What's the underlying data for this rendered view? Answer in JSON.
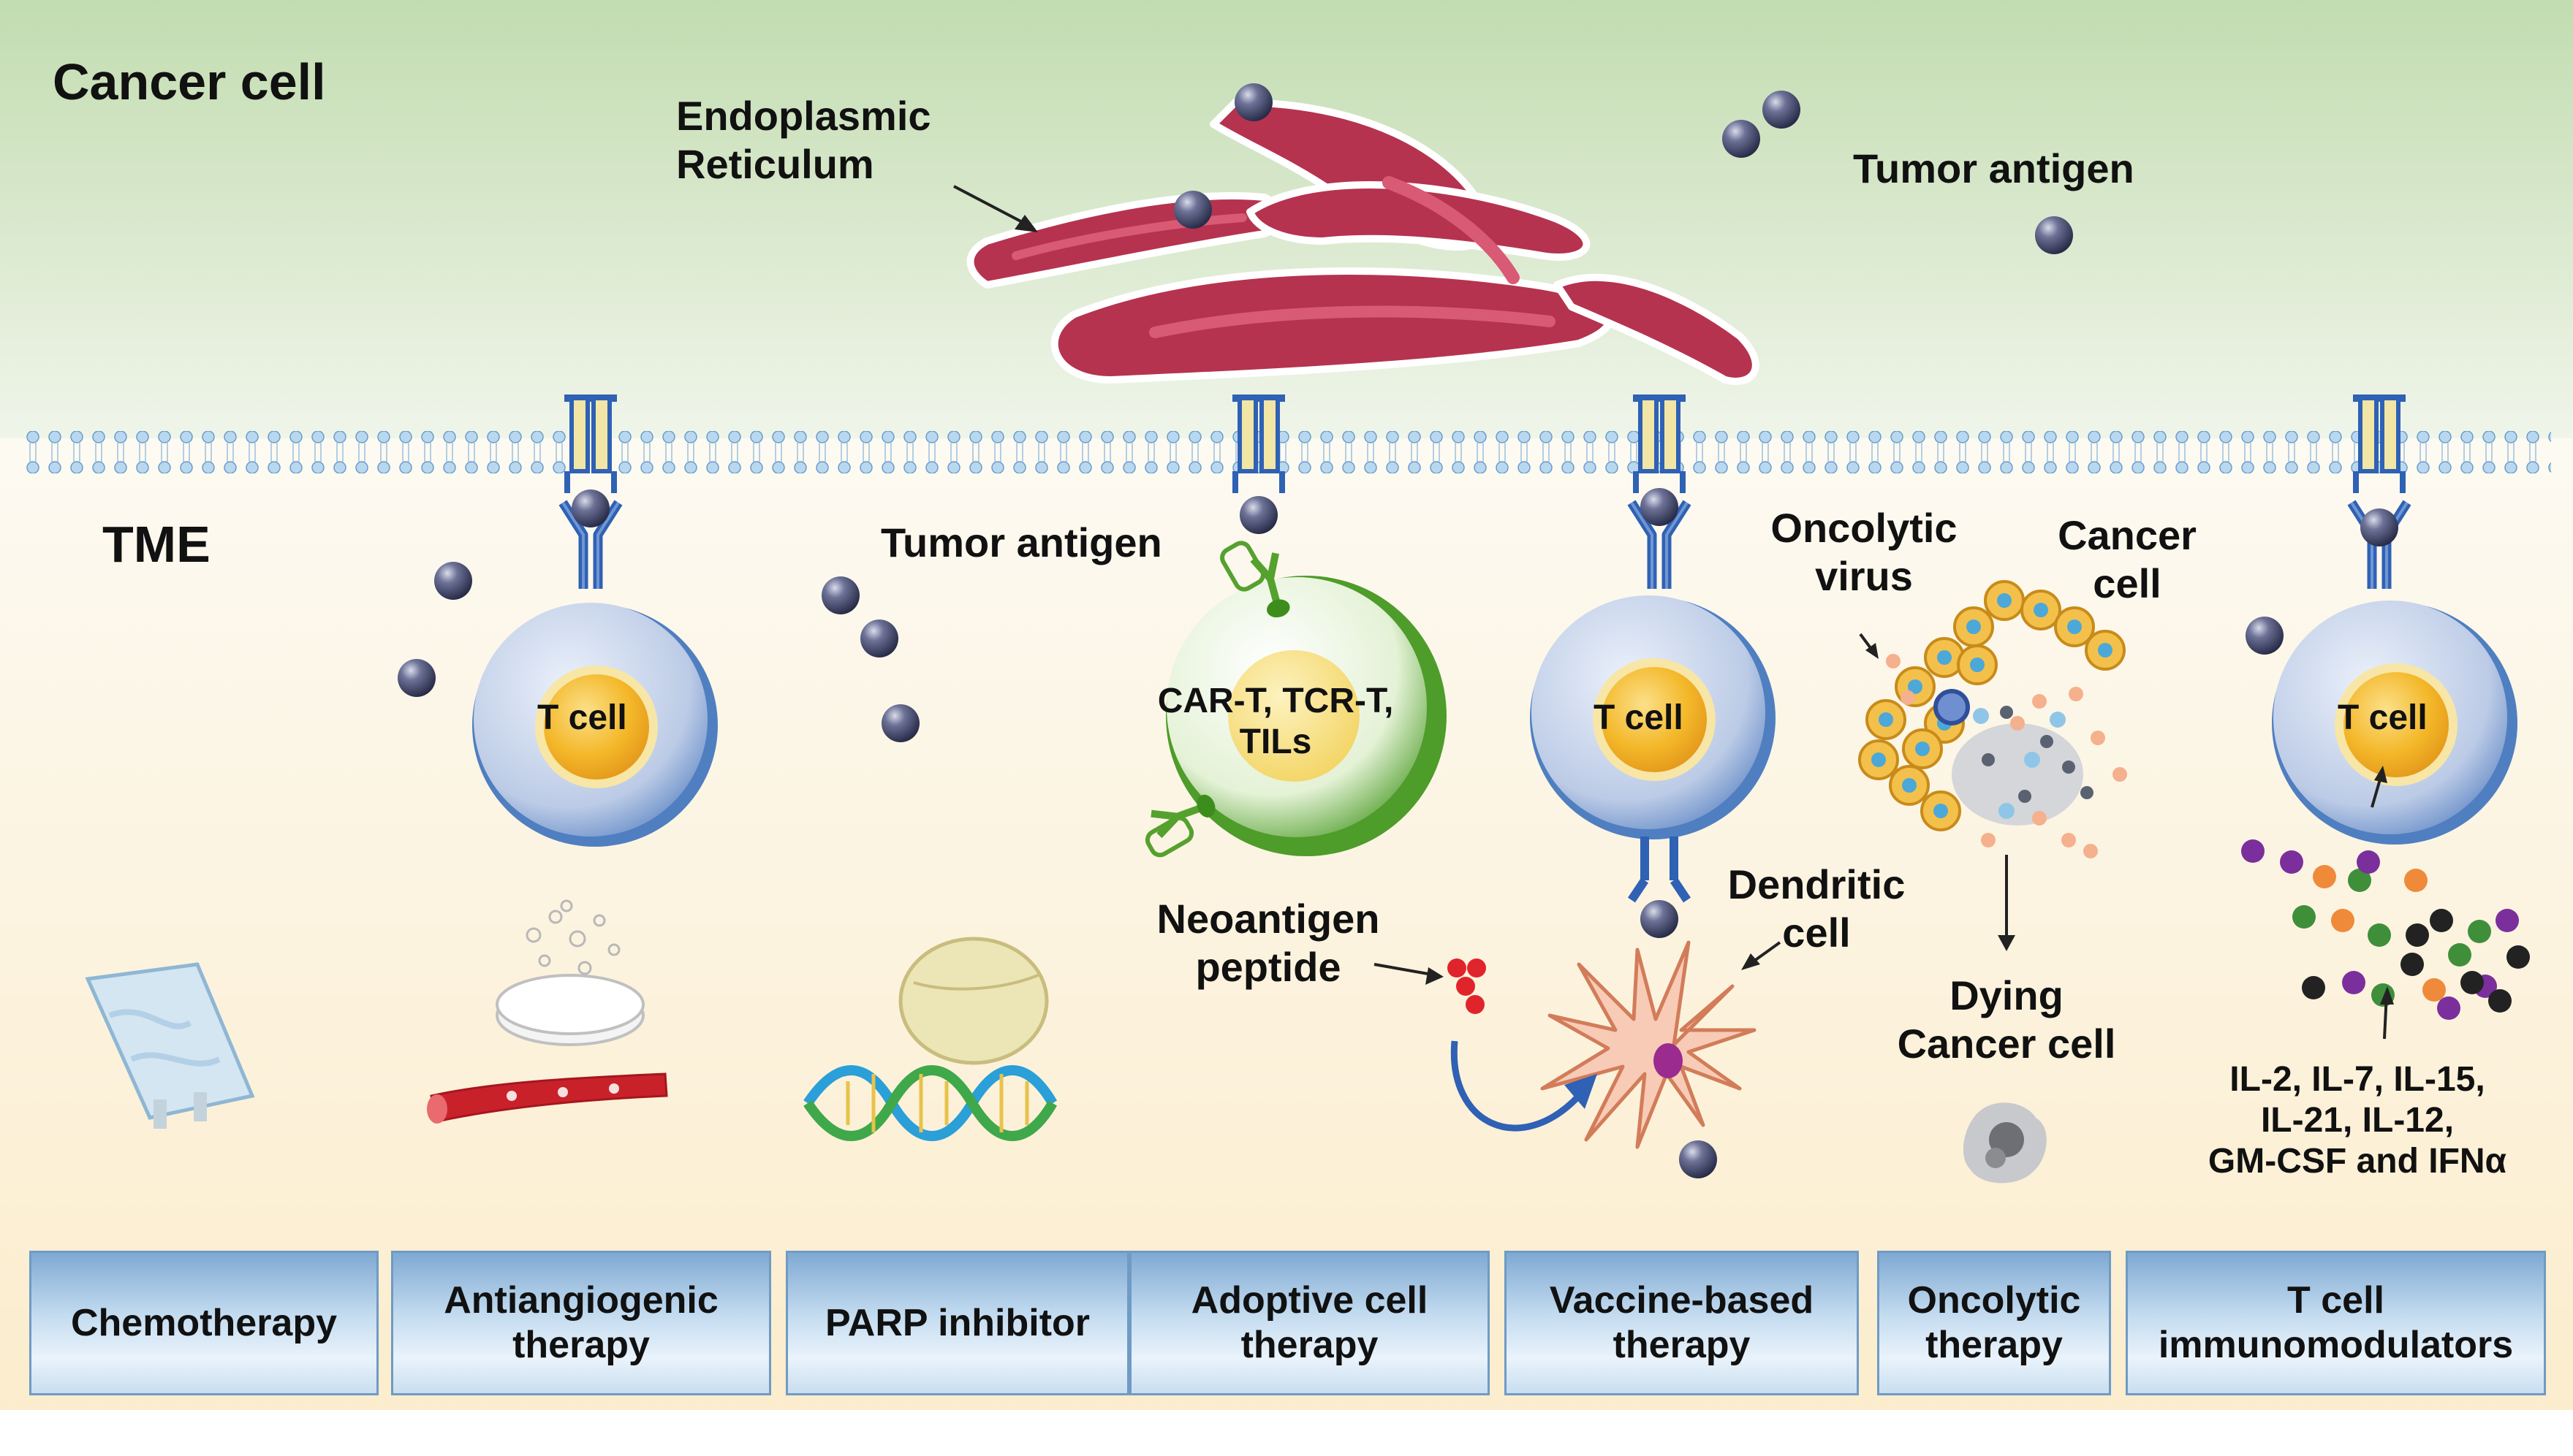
{
  "regions": {
    "top": "Cancer cell",
    "bottom": "TME"
  },
  "labels": {
    "er_line1": "Endoplasmic",
    "er_line2": "Reticulum",
    "tumor_antigen_top": "Tumor antigen",
    "tumor_antigen_mid": "Tumor antigen",
    "t_cell_1": "T cell",
    "t_cell_2": "T cell",
    "t_cell_3": "T cell",
    "cart_line1": "CAR-T, TCR-T,",
    "cart_line2": "TILs",
    "neoantigen_line1": "Neoantigen",
    "neoantigen_line2": "peptide",
    "dendritic_line1": "Dendritic",
    "dendritic_line2": "cell",
    "oncolytic_line1": "Oncolytic",
    "oncolytic_line2": "virus",
    "cancer_cell_line1": "Cancer",
    "cancer_cell_line2": "cell",
    "dying_line1": "Dying",
    "dying_line2": "Cancer cell",
    "cytokines_line1": "IL-2, IL-7, IL-15,",
    "cytokines_line2": "IL-21, IL-12,",
    "cytokines_line3": "GM-CSF and IFNα"
  },
  "therapies": [
    {
      "line1": "Chemotherapy",
      "line2": ""
    },
    {
      "line1": "Antiangiogenic",
      "line2": "therapy"
    },
    {
      "line1": "PARP inhibitor",
      "line2": ""
    },
    {
      "line1": "Adoptive cell",
      "line2": "therapy"
    },
    {
      "line1": "Vaccine-based",
      "line2": "therapy"
    },
    {
      "line1": "Oncolytic",
      "line2": "therapy"
    },
    {
      "line1": "T cell",
      "line2": "immunomodulators"
    }
  ],
  "colors": {
    "cancer_bg_top": "#c2dcb0",
    "tme_bg_bottom": "#fbeccb",
    "er_fill": "#b5334f",
    "t_cell_fill": "#c9d7ee",
    "t_cell_nucleus": "#f4b82a",
    "receptor_blue": "#2f61b4",
    "antigen_dark": "#2e3350",
    "car_t_green": "#4e9c2a",
    "therapy_box_blue": "#7fa9d3"
  }
}
